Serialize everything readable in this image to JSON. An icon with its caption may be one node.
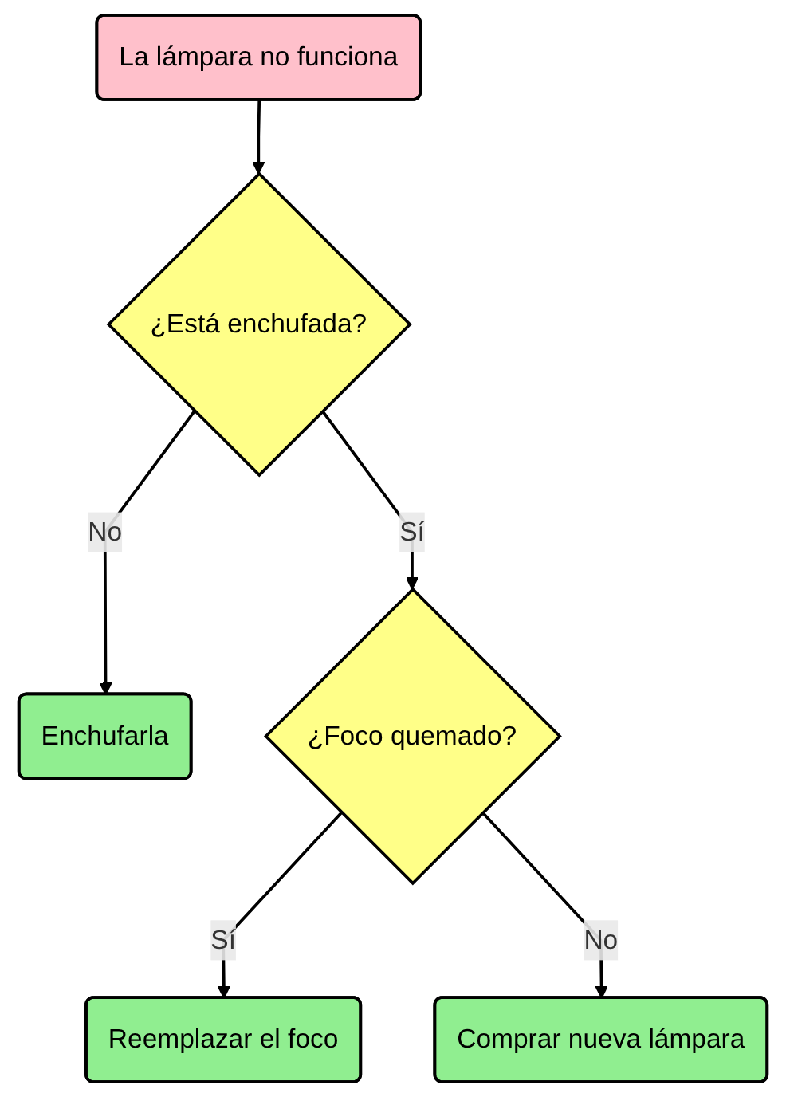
{
  "diagram": {
    "nodes": [
      {
        "text": [
          "La lámpara no funciona"
        ]
      },
      {
        "text": [
          "¿Está enchufada?"
        ]
      },
      {
        "text": [
          "Enchufarla"
        ]
      },
      {
        "text": [
          "¿Foco quemado?"
        ]
      },
      {
        "text": [
          "Reemplazar el foco"
        ]
      },
      {
        "text": [
          "Comprar nueva lámpara"
        ]
      }
    ],
    "edges": [
      {
        "from": 0,
        "to": 1,
        "arrow": "to"
      },
      {
        "from": 1,
        "to": 2,
        "arrow": "to",
        "label": "No"
      },
      {
        "from": 1,
        "to": 3,
        "arrow": "to",
        "label": "Sí"
      },
      {
        "from": 3,
        "to": 4,
        "arrow": "to",
        "label": "Sí"
      },
      {
        "from": 3,
        "to": 5,
        "arrow": "to",
        "label": "No"
      }
    ]
  }
}
